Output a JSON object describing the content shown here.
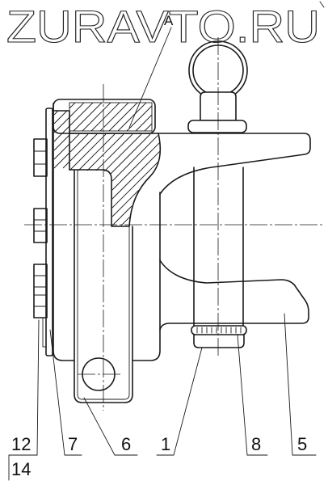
{
  "watermark": "ZURAVTO.RU",
  "section_label": "A",
  "callouts": [
    "12",
    "7",
    "6",
    "1",
    "8",
    "5",
    "14"
  ]
}
